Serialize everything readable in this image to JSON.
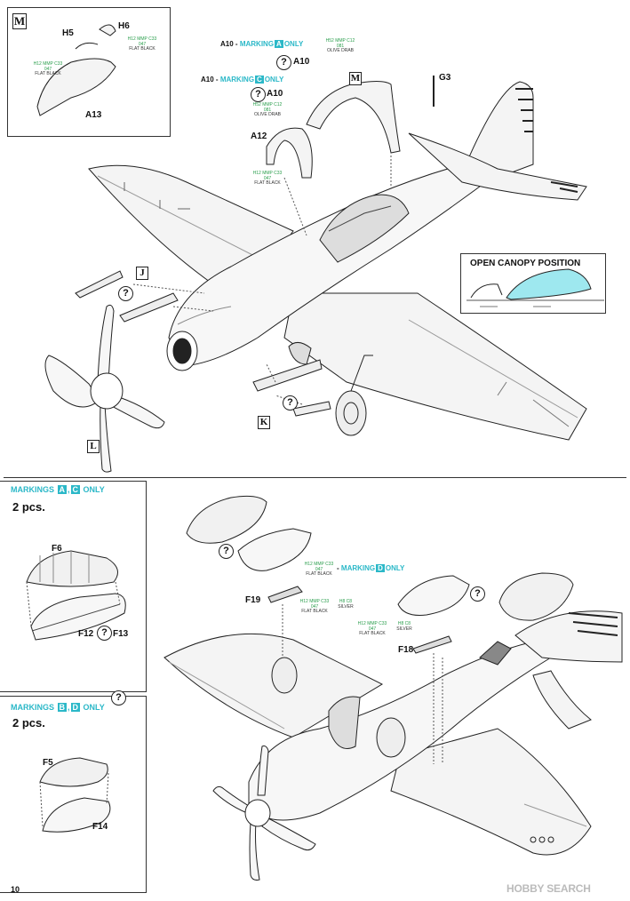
{
  "page_number": "10",
  "watermark": "HOBBY SEARCH",
  "inset_m": {
    "letter": "M",
    "parts": {
      "h5": "H5",
      "h6": "H6",
      "a13": "A13"
    },
    "paint_h6": {
      "codes": "H12 MMP C33 047",
      "name": "FLAT BLACK"
    },
    "paint_a13": {
      "codes": "H12 MMP C33 047",
      "name": "FLAT BLACK"
    }
  },
  "top": {
    "marking_a": {
      "part": "A10",
      "dash": "-",
      "word": "MARKING",
      "letter": "A",
      "suffix": "ONLY"
    },
    "marking_c": {
      "part": "A10",
      "dash": "-",
      "word": "MARKING",
      "letter": "C",
      "suffix": "ONLY"
    },
    "a10_label_1": "A10",
    "a10_label_2": "A10",
    "paint_olive_1": {
      "codes": "H52 MMP C12 081",
      "name": "OLIVE DRAB"
    },
    "paint_olive_2": {
      "codes": "H52 MMP C12 081",
      "name": "OLIVE DRAB"
    },
    "paint_black_a12": {
      "codes": "H12 MMP C33 047",
      "name": "FLAT BLACK"
    },
    "parts": {
      "a12": "A12",
      "g3": "G3"
    },
    "boxes": {
      "m": "M",
      "j": "J",
      "k": "K",
      "l": "L"
    },
    "canopy_title": "OPEN CANOPY POSITION"
  },
  "left_ac": {
    "markings_word": "MARKINGS",
    "letter_1": "A",
    "sep": ",",
    "letter_2": "C",
    "suffix": "ONLY",
    "qty": "2 pcs.",
    "parts": {
      "f6": "F6",
      "f12": "F12",
      "f13": "F13"
    }
  },
  "left_bd": {
    "markings_word": "MARKINGS",
    "letter_1": "B",
    "sep": ",",
    "letter_2": "D",
    "suffix": "ONLY",
    "qty": "2 pcs.",
    "parts": {
      "f5": "F5",
      "f14": "F14"
    }
  },
  "bottom": {
    "marking_d": {
      "dash": "-",
      "word": "MARKING",
      "letter": "D",
      "suffix": "ONLY"
    },
    "paint_d_black": {
      "codes": "H12 MMP C33 047",
      "name": "FLAT BLACK"
    },
    "paint_f19_black": {
      "codes": "H12 MMP C33 047",
      "name": "FLAT BLACK"
    },
    "paint_f19_silver": {
      "codes": "H8 C8",
      "name": "SILVER"
    },
    "paint_f18_black": {
      "codes": "H12 MMP C33 047",
      "name": "FLAT BLACK"
    },
    "paint_f18_silver": {
      "codes": "H8 C8",
      "name": "SILVER"
    },
    "parts": {
      "f19": "F19",
      "f18": "F18"
    }
  },
  "question_mark": "?"
}
